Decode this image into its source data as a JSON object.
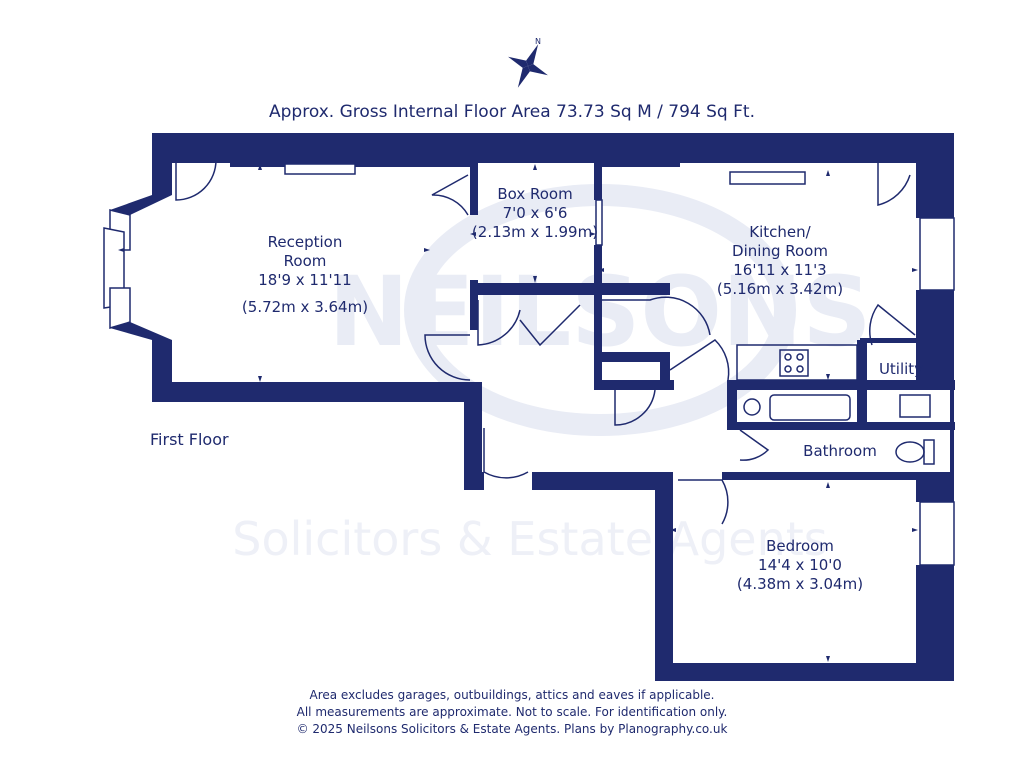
{
  "header": {
    "area_text": "Approx. Gross Internal Floor Area 73.73 Sq M / 794 Sq Ft."
  },
  "compass": {
    "north_label": "N"
  },
  "floor_label": "First Floor",
  "watermark": {
    "brand_text": "NEILSONS",
    "tagline": "Solicitors & Estate Agents"
  },
  "rooms": {
    "reception": {
      "name1": "Reception",
      "name2": "Room",
      "dims_imperial": "18'9 x 11'11",
      "dims_metric": "(5.72m x 3.64m)"
    },
    "box_room": {
      "name": "Box Room",
      "dims_imperial": "7'0 x 6'6",
      "dims_metric": "(2.13m x 1.99m)"
    },
    "kitchen": {
      "name1": "Kitchen/",
      "name2": "Dining Room",
      "dims_imperial": "16'11 x 11'3",
      "dims_metric": "(5.16m x 3.42m)"
    },
    "utility": {
      "name": "Utility"
    },
    "bathroom": {
      "name": "Bathroom"
    },
    "bedroom": {
      "name": "Bedroom",
      "dims_imperial": "14'4 x 10'0",
      "dims_metric": "(4.38m x 3.04m)"
    }
  },
  "footer": {
    "line1": "Area excludes garages, outbuildings, attics and eaves if applicable.",
    "line2": "All measurements are approximate. Not to scale. For identification only.",
    "line3": "© 2025 Neilsons Solicitors & Estate Agents. Plans by Planography.co.uk"
  },
  "colors": {
    "wall": "#1f2a6e",
    "watermark": "#e9ecf5",
    "background": "#ffffff"
  }
}
